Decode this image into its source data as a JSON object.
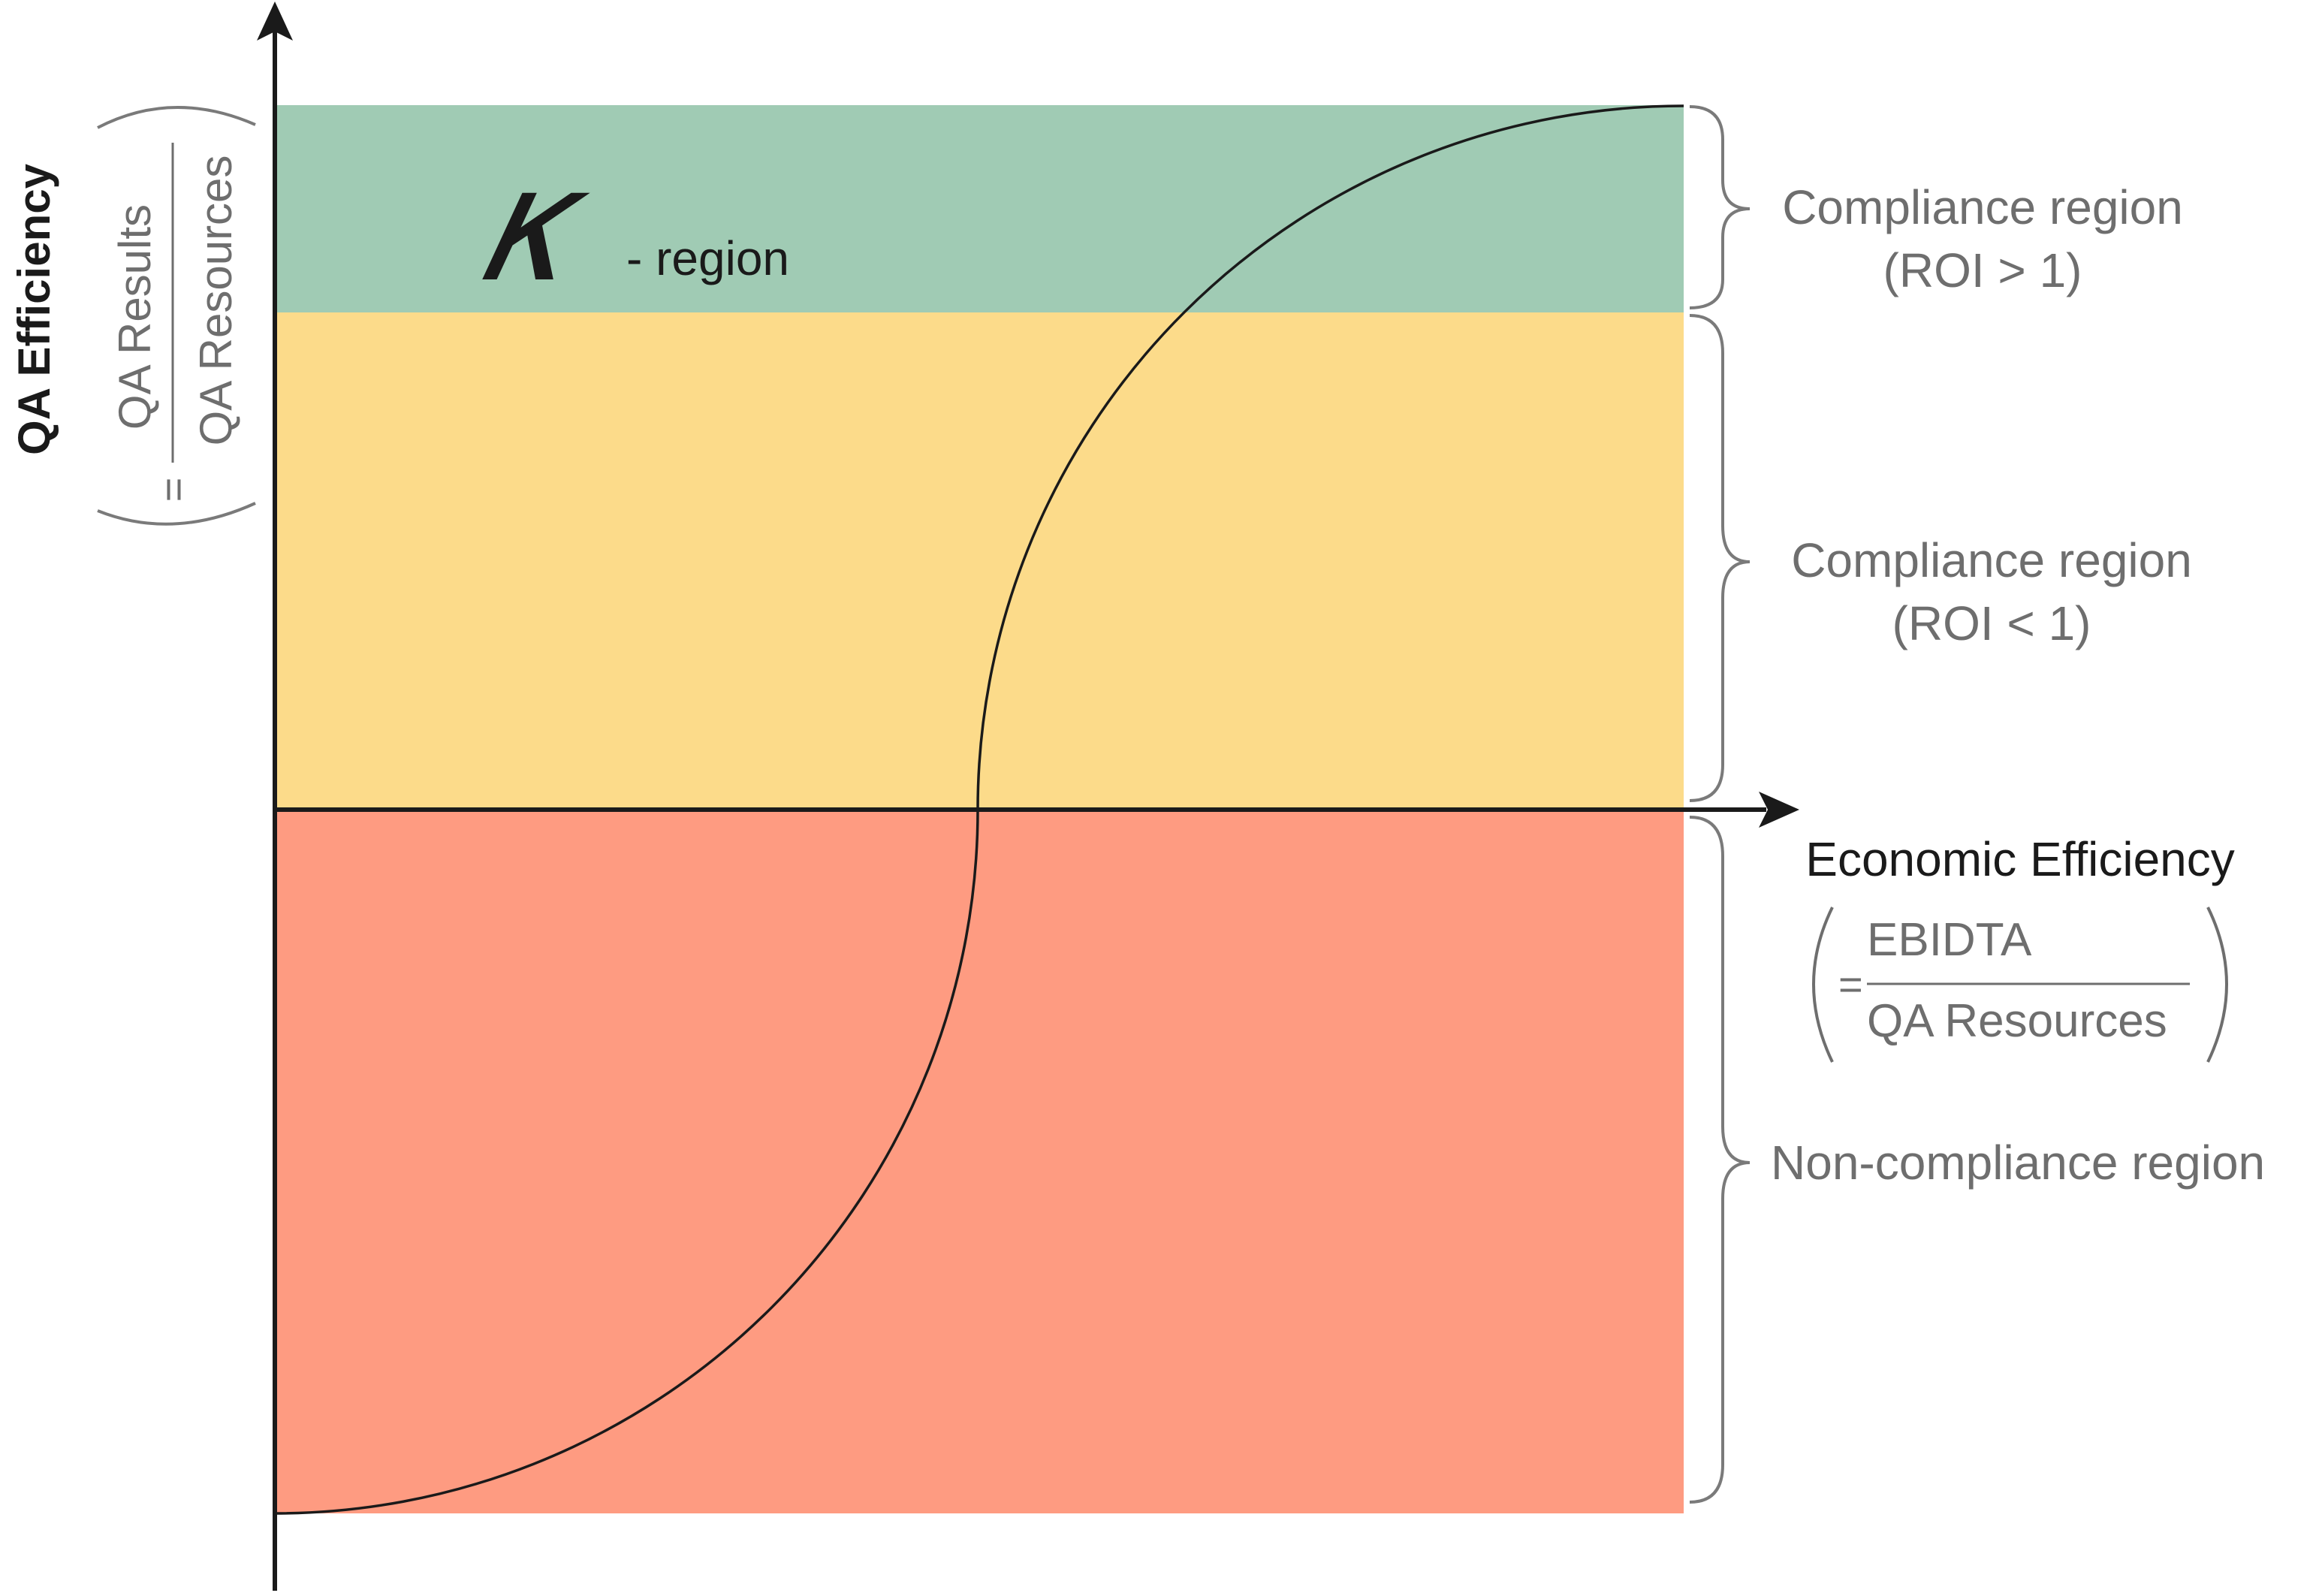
{
  "colors": {
    "green_region": "#a0cbb4",
    "yellow_region": "#fcdb8a",
    "red_region": "#fe9b81",
    "axis": "#1a1a1a",
    "bracket": "#7a7a7a",
    "label_grey": "#6e6e6e"
  },
  "y_axis": {
    "label": "QA Efficiency",
    "formula_eq": "=",
    "numerator": "QA Results",
    "denominator": "QA Resources"
  },
  "x_axis": {
    "label": "Economic Efficiency",
    "formula_eq": "=",
    "numerator": "EBIDTA",
    "denominator": "QA Resources"
  },
  "kappa": {
    "symbol": "𝜅",
    "suffix": "- region"
  },
  "regions": [
    {
      "line1": "Compliance region",
      "line2": "(ROI > 1)"
    },
    {
      "line1": "Compliance region",
      "line2": "(ROI < 1)"
    },
    {
      "line1": "Non-compliance region",
      "line2": ""
    }
  ]
}
